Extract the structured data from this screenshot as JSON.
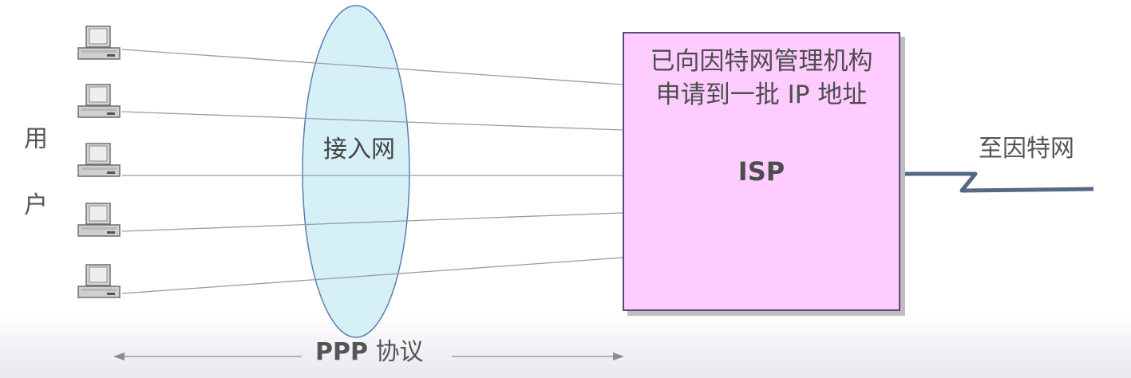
{
  "users_label": [
    "用",
    "户"
  ],
  "access_network_label": "接入网",
  "isp": {
    "line1": "已向因特网管理机构",
    "line2": "申请到一批 IP 地址",
    "name": "ISP"
  },
  "internet_label": "至因特网",
  "ppp": {
    "name": "PPP",
    "suffix": "协议"
  },
  "computers": [
    {
      "id": "pc1"
    },
    {
      "id": "pc2"
    },
    {
      "id": "pc3"
    },
    {
      "id": "pc4"
    },
    {
      "id": "pc5"
    }
  ],
  "colors": {
    "isp_fill": "#ffccff",
    "isp_border": "#5a4a80",
    "ellipse_fill": "#d6f0f8",
    "ellipse_stroke": "#5a7eb0",
    "link_line": "#9a9aa8",
    "uplink": "#546a80"
  }
}
